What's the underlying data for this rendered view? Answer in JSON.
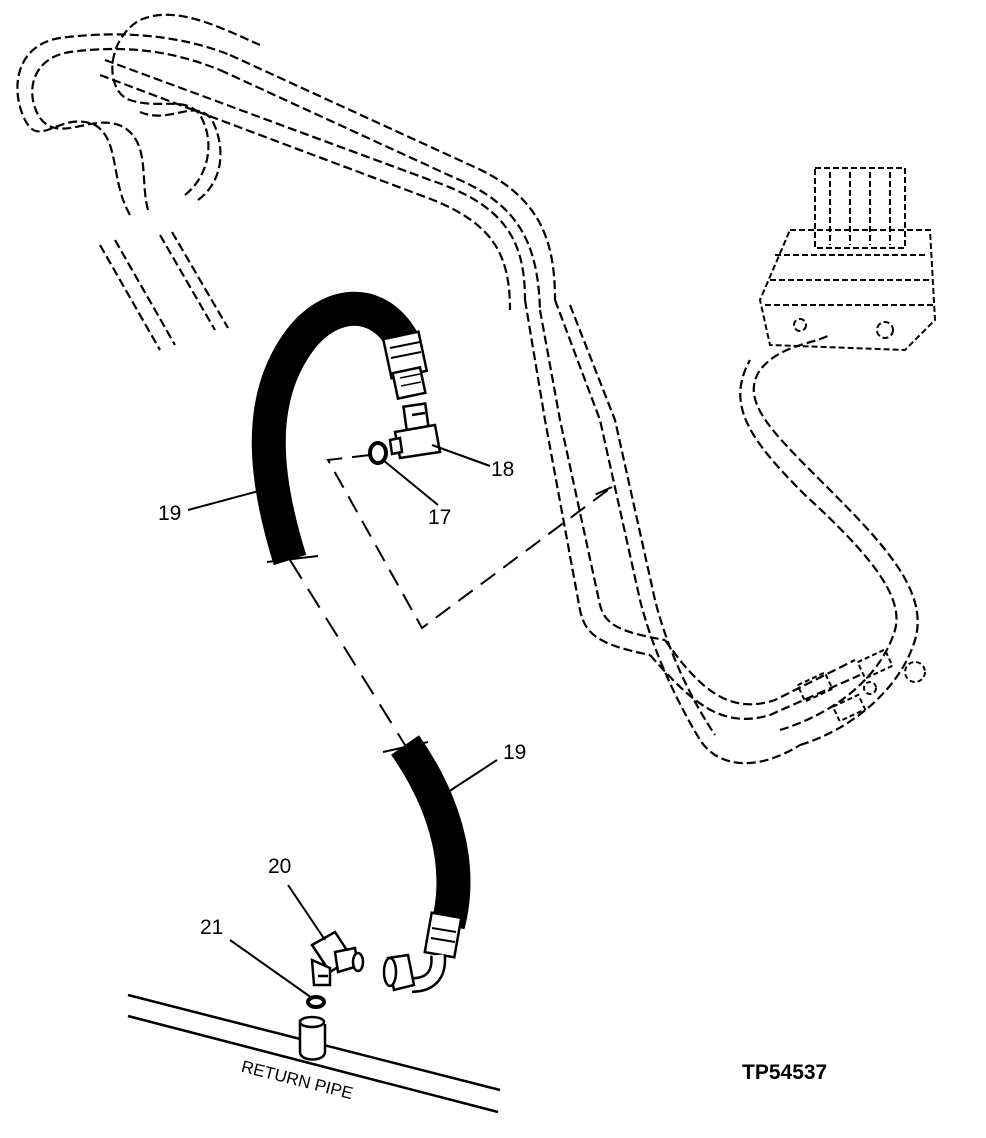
{
  "figure_id": "TP54537",
  "callouts": {
    "c17": "17",
    "c18": "18",
    "c19a": "19",
    "c19b": "19",
    "c20": "20",
    "c21": "21"
  },
  "return_pipe_label": "RETURN PIPE",
  "colors": {
    "ink": "#000000",
    "paper": "#ffffff"
  }
}
